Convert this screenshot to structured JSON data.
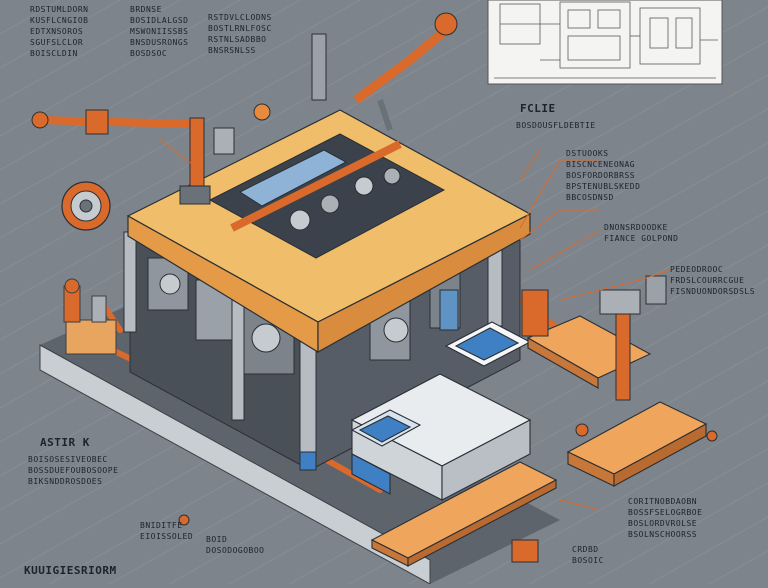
{
  "labels": {
    "top_left": [
      "RDSTUMLDORN",
      "KUSFLCNGIOB",
      "EDTXNSOROS",
      "SGUFSLCLOR",
      "BOISCLDIN"
    ],
    "top_mid1": [
      "BRDNSE",
      "BOSIDLALGSD",
      "MSWONIISSBS",
      "BNSDUSRONGS",
      "BOSDSOC"
    ],
    "top_mid2": [
      "RSTDVLCLODNS",
      "BOSTLRNLFOSC",
      "RSTNLSADBBO",
      "BNSRSNLSS"
    ],
    "right_title": "FCLIE",
    "right1": [
      "BOSDOUSFLDEBTIE"
    ],
    "right2": [
      "DSTUOOKS",
      "BISCNCENEONAG",
      "BOSFORDORBRSS",
      "BPSTENUBLSKEDD",
      "BBCOSDNSD"
    ],
    "right3": [
      "DNONSRDOODKE",
      "FIANCE GOLPOND"
    ],
    "right4": [
      "PEDEODROOC",
      "FRDSLCOURRCGUE",
      "FISNDUONDORSDSLS"
    ],
    "left_mid_title": "ASTIR K",
    "left_mid": [
      "BOISOSESIVEOBEC",
      "BOSSDUEFOUBOSOOPE",
      "BIKSNDDROSDOES"
    ],
    "bottom_left1": [
      "BNIDITFE",
      "EIOISSOLED"
    ],
    "bottom_left2": [
      "BOID",
      "DOSODOGOBOO"
    ],
    "bottom_title": "KUUIGIESRIORM",
    "bottom_right": [
      "CORITNOBDAOBN",
      "BOSSFSELOGRBOE",
      "BOSLORDVROLSE",
      "BSOLNSCHOORSS"
    ],
    "bottom_center": [
      "CRDBD",
      "BOSOIC"
    ]
  }
}
